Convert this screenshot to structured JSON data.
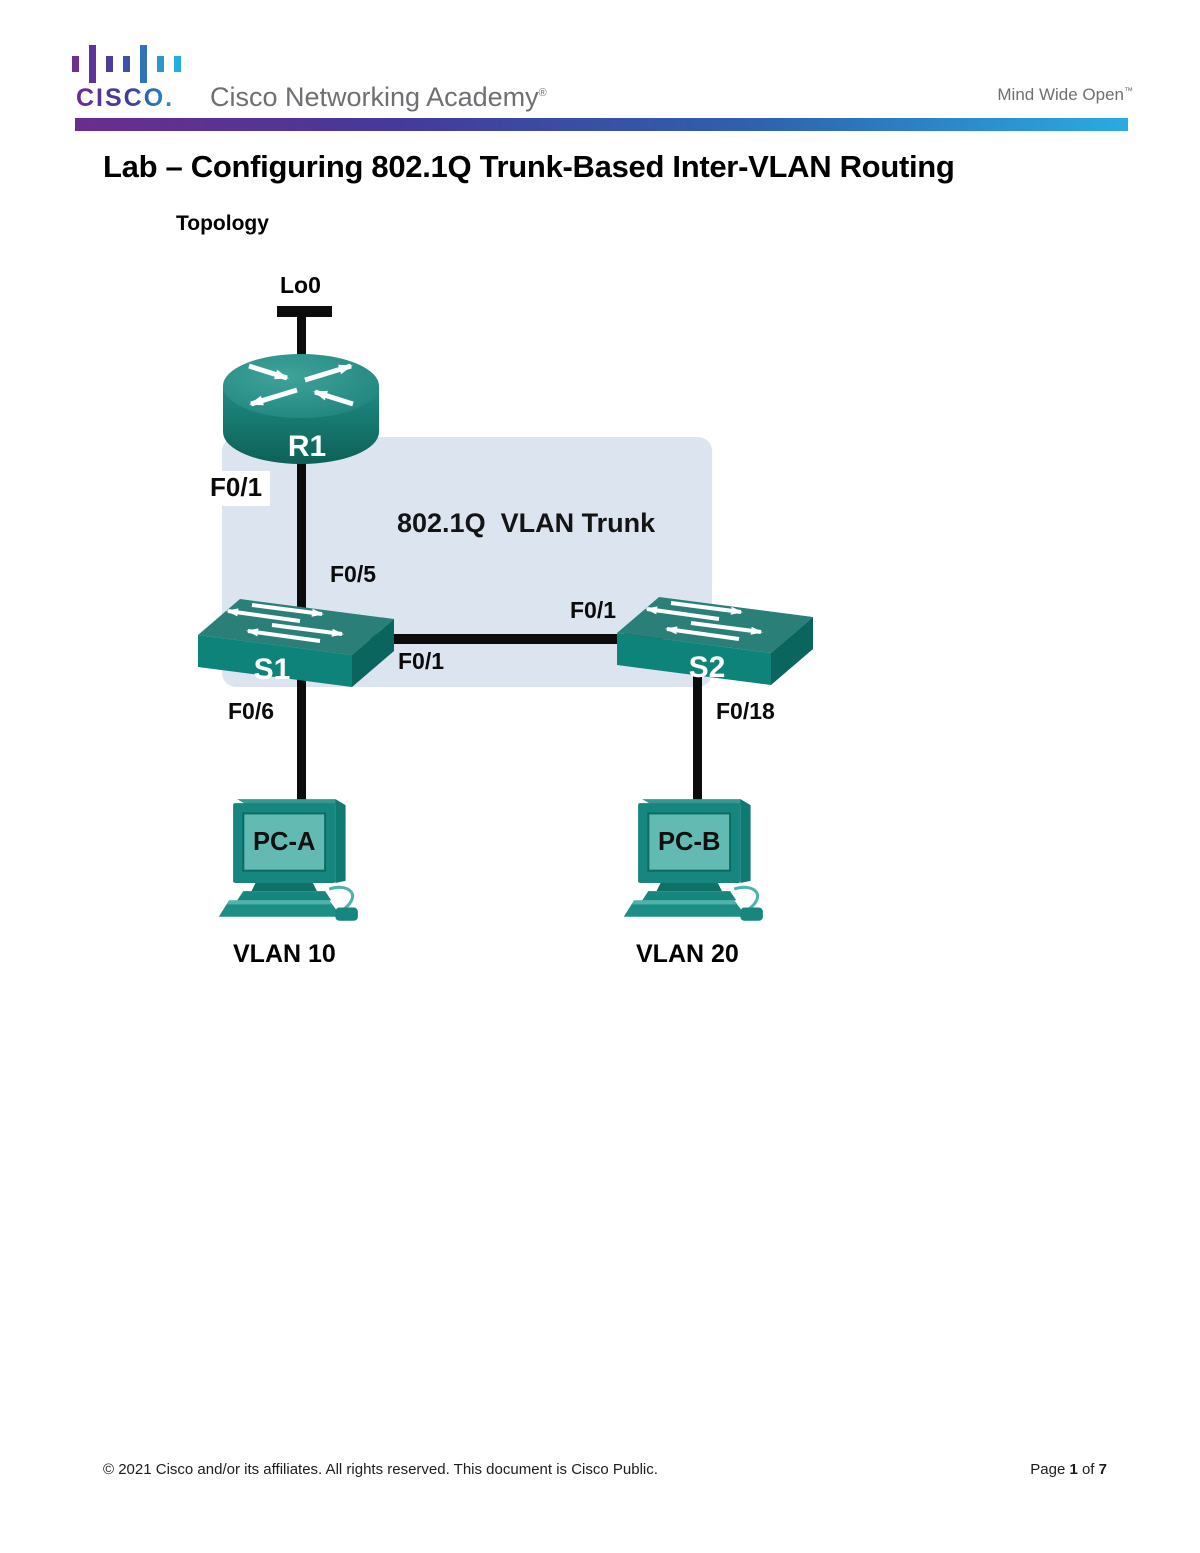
{
  "header": {
    "logo_word": "CISCO.",
    "brand": "Cisco Networking Academy",
    "brand_mark": "®",
    "tagline": "Mind Wide Open",
    "tagline_mark": "™"
  },
  "document": {
    "title": "Lab – Configuring 802.1Q Trunk-Based Inter-VLAN Routing",
    "section_heading": "Topology"
  },
  "topology": {
    "trunk_label": "802.1Q  VLAN Trunk",
    "router": {
      "name": "R1",
      "loopback_label": "Lo0",
      "port_label": "F0/1"
    },
    "switch1": {
      "name": "S1",
      "uplink_port": "F0/5",
      "trunk_port": "F0/1",
      "access_port": "F0/6"
    },
    "switch2": {
      "name": "S2",
      "trunk_port": "F0/1",
      "access_port": "F0/18"
    },
    "pc_a": {
      "name": "PC-A",
      "vlan_label": "VLAN 10"
    },
    "pc_b": {
      "name": "PC-B",
      "vlan_label": "VLAN 20"
    }
  },
  "footer": {
    "copyright": "© 2021 Cisco and/or its affiliates. All rights reserved. This document is Cisco Public.",
    "page_word": "Page ",
    "page_number": "1",
    "of_word": " of ",
    "page_total": "7"
  },
  "colors": {
    "device_teal": "#17867e",
    "trunk_region_bg": "#dce4f0",
    "divider_start": "#6b2d8d",
    "divider_end": "#29abe2"
  }
}
